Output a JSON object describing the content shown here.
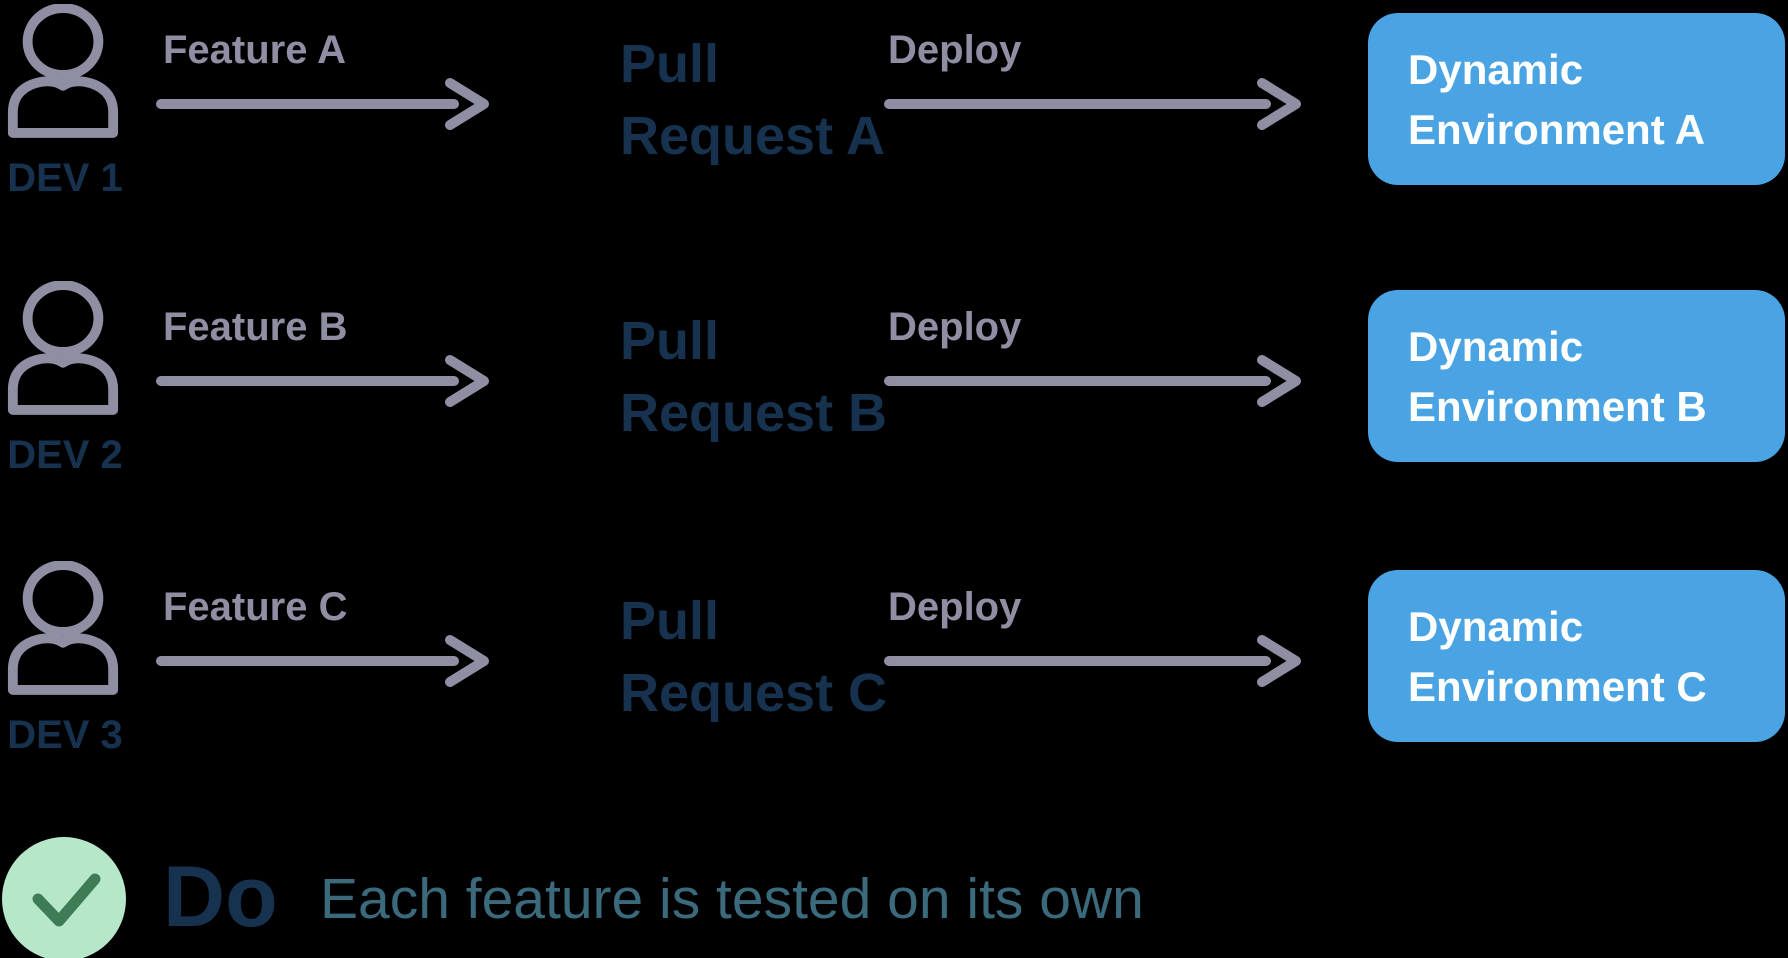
{
  "diagram_title": "feature-branch-deploy-workflow",
  "colors": {
    "background": "#000000",
    "icon_gray": "#8F8EA3",
    "navy_text": "#16324F",
    "env_box_blue": "#4AA4E3",
    "env_box_text": "#FFFFFF",
    "check_circle_fill": "#B7E7C9",
    "check_mark_green": "#3E7C55",
    "footer_message_teal": "#3A6A7B"
  },
  "rows": [
    {
      "dev": "DEV 1",
      "feature": "Feature A",
      "pull_request": "Pull\nRequest A",
      "deploy": "Deploy",
      "environment": "Dynamic\nEnvironment A"
    },
    {
      "dev": "DEV 2",
      "feature": "Feature B",
      "pull_request": "Pull\nRequest B",
      "deploy": "Deploy",
      "environment": "Dynamic\nEnvironment B"
    },
    {
      "dev": "DEV 3",
      "feature": "Feature C",
      "pull_request": "Pull\nRequest C",
      "deploy": "Deploy",
      "environment": "Dynamic\nEnvironment C"
    }
  ],
  "icons": {
    "developer": "developer-icon",
    "arrow": "arrow-right-icon",
    "check": "check-icon"
  },
  "footer": {
    "verdict": "Do",
    "message": "Each feature is tested on its own"
  }
}
